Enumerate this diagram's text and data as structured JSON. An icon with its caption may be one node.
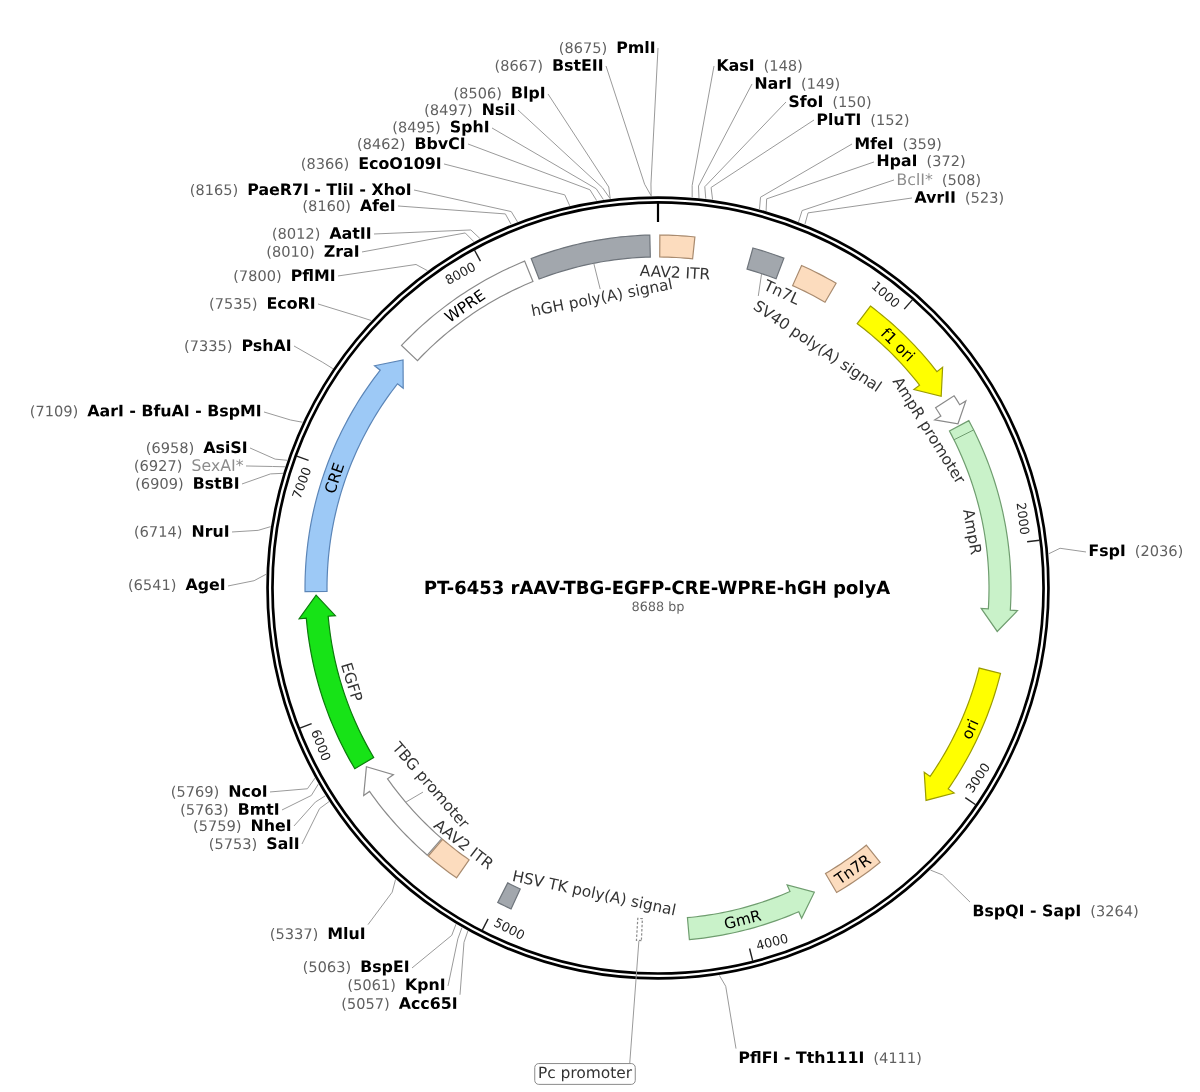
{
  "diagram": {
    "title": "PT-6453 rAAV-TBG-EGFP-CRE-WPRE-hGH polyA",
    "nodes": [
      {
        "text": [],
        "shape": "circle"
      },
      {
        "text": [
          "(8675)",
          "PmlI"
        ]
      },
      {
        "text": [
          "(8667)",
          "BstEII"
        ]
      },
      {
        "text": [
          "KasI",
          "(148)"
        ]
      },
      {
        "text": [
          "NarI",
          "(149)"
        ]
      },
      {
        "text": [
          "(8506)",
          "BlpI"
        ]
      },
      {
        "text": [
          "SfoI",
          "(150)"
        ]
      },
      {
        "text": [
          "(8497)",
          "NsiI"
        ]
      },
      {
        "text": [
          "PluTI",
          "(152)"
        ]
      },
      {
        "text": [
          "(8495)",
          "SphI"
        ]
      },
      {
        "text": [
          "(8462)",
          "BbvCI"
        ]
      },
      {
        "text": [
          "MfeI",
          "(359)"
        ]
      },
      {
        "text": [
          "HpaI",
          "(372)"
        ]
      },
      {
        "text": [
          "(8366)",
          "EcoO109I"
        ]
      },
      {
        "text": [
          "BclI*",
          "(508)"
        ]
      },
      {
        "text": [
          "(8165)",
          "PaeR7I - TliI - XhoI"
        ]
      },
      {
        "text": [
          "AvrII",
          "(523)"
        ]
      },
      {
        "text": [
          "(8160)",
          "AfeI"
        ]
      },
      {
        "text": [
          "(8012)",
          "AatII"
        ]
      },
      {
        "text": [],
        "shape": "box",
        "in": 0
      },
      {
        "text": [
          "(8010)",
          "ZraI"
        ]
      },
      {
        "text": [
          "AAV2 ITR"
        ],
        "in": 0
      },
      {
        "text": [],
        "shape": "box",
        "in": 0
      },
      {
        "text": [
          "(7800)",
          "PflMI"
        ]
      },
      {
        "text": [
          "Tn7L"
        ],
        "in": 0
      },
      {
        "text": [
          "hGH poly(A) signal"
        ],
        "in": 0
      },
      {
        "text": [
          "(7535)",
          "EcoRI"
        ]
      },
      {
        "text": [
          "WPRE"
        ],
        "in": 0
      },
      {
        "text": [
          "(7335)",
          "PshAI"
        ]
      },
      {
        "text": [
          "SV40 poly(A) signal"
        ],
        "in": 0
      },
      {
        "text": [
          "f1 ori"
        ],
        "in": 0
      },
      {
        "text": [
          "(7109)",
          "AarI - BfuAI - BspMI"
        ]
      },
      {
        "text": [
          "AmpR promoter"
        ],
        "in": 0
      },
      {
        "text": [
          "(6958)",
          "AsiSI"
        ]
      },
      {
        "text": [
          "(6927)",
          "SexAI*"
        ]
      },
      {
        "text": [
          "CRE"
        ],
        "in": 0
      },
      {
        "text": [
          "(6909)",
          "BstBI"
        ]
      },
      {
        "text": [
          "AmpR"
        ],
        "in": 0
      },
      {
        "text": [
          "(6714)",
          "NruI"
        ]
      },
      {
        "text": [
          "FspI",
          "(2036)"
        ]
      },
      {
        "text": [
          "(6541)",
          "AgeI"
        ]
      },
      {
        "text": [
          "EGFP"
        ],
        "in": 0
      },
      {
        "text": [
          "ori"
        ],
        "in": 0
      },
      {
        "text": [
          "TBG promoter"
        ],
        "in": 0
      },
      {
        "text": [
          "(5769)",
          "NcoI"
        ]
      },
      {
        "text": [],
        "shape": "arrow",
        "in": 0
      },
      {
        "text": [
          "(5763)",
          "BmtI"
        ]
      },
      {
        "text": [
          "(5759)",
          "NheI"
        ]
      },
      {
        "text": [
          "(5753)",
          "SalI"
        ]
      },
      {
        "text": [
          "AAV2 ITR"
        ],
        "in": 0
      },
      {
        "text": [
          "Tn7R"
        ],
        "in": 0
      },
      {
        "text": [
          "HSV TK poly(A) signal"
        ],
        "in": 0
      },
      {
        "text": [
          "BspQI - SapI",
          "(3264)"
        ]
      },
      {
        "text": [
          "GmR"
        ],
        "in": 0
      },
      {
        "text": [
          "(5337)",
          "MluI"
        ]
      },
      {
        "text": [],
        "shape": "box",
        "in": 0
      },
      {
        "text": [
          "(5063)",
          "BspEI"
        ]
      },
      {
        "text": [
          "(5061)",
          "KpnI"
        ]
      },
      {
        "text": [
          "(5057)",
          "Acc65I"
        ]
      },
      {
        "text": [
          "PflFI - Tth111I",
          "(4111)"
        ]
      },
      {
        "text": [
          "Pc promoter"
        ]
      }
    ],
    "edges": [
      {
        "from": 1,
        "to": 0,
        "arrow": "none"
      },
      {
        "from": 2,
        "to": 0,
        "arrow": "none"
      },
      {
        "from": 3,
        "to": 0,
        "arrow": "none"
      },
      {
        "from": 4,
        "to": 0,
        "arrow": "none"
      },
      {
        "from": 5,
        "to": 0,
        "arrow": "none"
      },
      {
        "from": 6,
        "to": 0,
        "arrow": "none"
      },
      {
        "from": 7,
        "to": 0,
        "arrow": "none"
      },
      {
        "from": 8,
        "to": 0,
        "arrow": "none"
      },
      {
        "from": 9,
        "to": 0,
        "arrow": "none"
      },
      {
        "from": 10,
        "to": 0,
        "arrow": "none"
      },
      {
        "from": 11,
        "to": 0,
        "arrow": "none"
      },
      {
        "from": 12,
        "to": 0,
        "arrow": "none"
      },
      {
        "from": 13,
        "to": 0,
        "arrow": "none"
      },
      {
        "from": 14,
        "to": 0,
        "arrow": "none"
      },
      {
        "from": 15,
        "to": 0,
        "arrow": "none"
      },
      {
        "from": 16,
        "to": 0,
        "arrow": "none"
      },
      {
        "from": 17,
        "to": 0,
        "arrow": "none"
      },
      {
        "from": 18,
        "to": 0,
        "arrow": "none"
      },
      {
        "from": 20,
        "to": 0,
        "arrow": "none"
      },
      {
        "from": 23,
        "to": 0,
        "arrow": "none"
      },
      {
        "from": 26,
        "to": 0,
        "arrow": "none"
      },
      {
        "from": 28,
        "to": 0,
        "arrow": "none"
      },
      {
        "from": 31,
        "to": 0,
        "arrow": "none"
      },
      {
        "from": 33,
        "to": 0,
        "arrow": "none"
      },
      {
        "from": 34,
        "to": 0,
        "arrow": "none"
      },
      {
        "from": 36,
        "to": 0,
        "arrow": "none"
      },
      {
        "from": 38,
        "to": 0,
        "arrow": "none"
      },
      {
        "from": 39,
        "to": 0,
        "arrow": "none"
      },
      {
        "from": 40,
        "to": 0,
        "arrow": "none"
      },
      {
        "from": 44,
        "to": 0,
        "arrow": "none"
      },
      {
        "from": 46,
        "to": 0,
        "arrow": "none"
      },
      {
        "from": 47,
        "to": 0,
        "arrow": "none"
      },
      {
        "from": 48,
        "to": 0,
        "arrow": "none"
      },
      {
        "from": 52,
        "to": 0,
        "arrow": "none"
      },
      {
        "from": 54,
        "to": 0,
        "arrow": "none"
      },
      {
        "from": 56,
        "to": 0,
        "arrow": "none"
      },
      {
        "from": 57,
        "to": 0,
        "arrow": "none"
      },
      {
        "from": 58,
        "to": 0,
        "arrow": "none"
      },
      {
        "from": 59,
        "to": 0,
        "arrow": "none"
      },
      {
        "from": 25,
        "to": 19,
        "arrow": "none"
      },
      {
        "from": 29,
        "to": 22,
        "arrow": "none"
      },
      {
        "from": 43,
        "to": 45,
        "arrow": "none"
      },
      {
        "from": 60,
        "to": 55,
        "arrow": "none"
      }
    ],
    "labels": [
      "1000",
      "2000",
      "3000",
      "4000",
      "5000",
      "6000",
      "7000",
      "8000",
      "8688 bp"
    ]
  }
}
